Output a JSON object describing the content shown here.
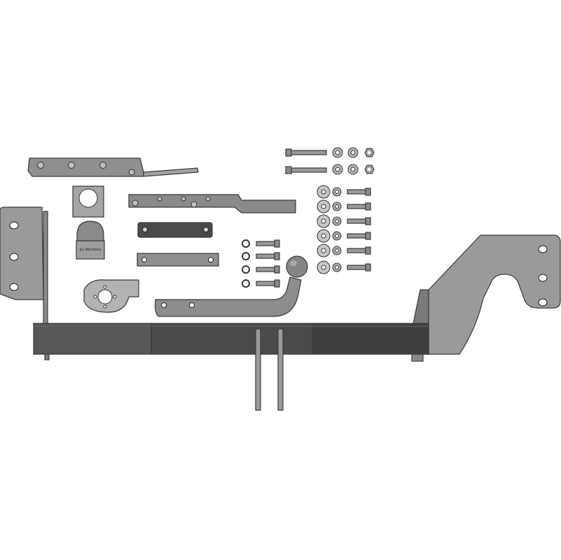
{
  "illustration": {
    "parts": [
      "crossbar",
      "left-side-bracket",
      "right-side-bracket",
      "tow-ball-neck",
      "upper-left-bracket",
      "upper-mid-bracket",
      "spacer-plate",
      "flat-plate",
      "socket-bracket",
      "socket-holder",
      "socket-cap",
      "long-bolt-set",
      "bolt-washer-set",
      "short-bolt-set",
      "u-bolt-set"
    ],
    "socket_cap_text": "by Westfalia"
  },
  "colors": {
    "crossbar_dark": "#3f3f3f",
    "crossbar_mid": "#4a4a4a",
    "crossbar_light": "#575757",
    "steel": "#9a9a9a",
    "steel_light": "#b8b8b8",
    "outline": "#3a3a3a",
    "background": "#ffffff"
  }
}
